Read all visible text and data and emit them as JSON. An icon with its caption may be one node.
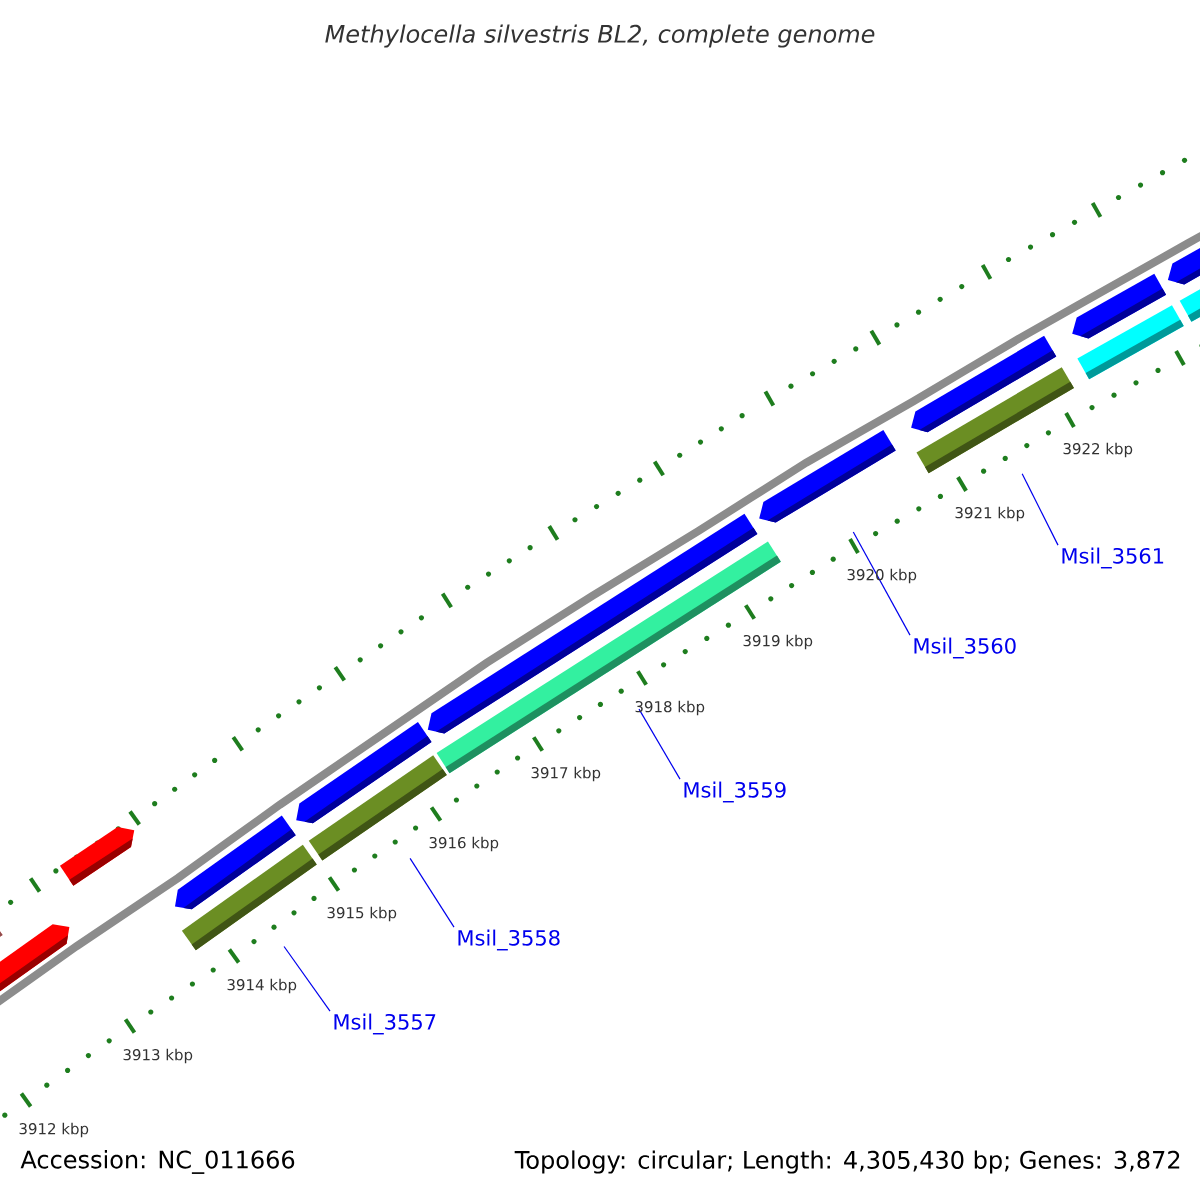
{
  "diagram": {
    "title": "Methylocella silvestris BL2, complete genome",
    "nodes": [
      {
        "text": [],
        "shape": "bar"
      },
      {
        "text": [],
        "shape": "bar"
      },
      {
        "text": [],
        "shape": "bar"
      },
      {
        "text": [],
        "shape": "bar"
      },
      {
        "text": [],
        "shape": "bar"
      },
      {
        "text": [],
        "shape": "bar"
      },
      {
        "text": [],
        "shape": "bar"
      },
      {
        "text": [],
        "shape": "bar"
      },
      {
        "text": [],
        "shape": "bar"
      },
      {
        "text": [],
        "shape": "bar"
      },
      {
        "text": [],
        "shape": "bar"
      },
      {
        "text": [],
        "shape": "bar"
      },
      {
        "text": [],
        "shape": "bar"
      },
      {
        "text": [],
        "shape": "bar"
      },
      {
        "text": [],
        "shape": "bar"
      },
      {
        "text": [],
        "shape": "bar"
      },
      {
        "text": [
          "Msil_3557"
        ]
      },
      {
        "text": [
          "Msil_3558"
        ]
      },
      {
        "text": [
          "Msil_3559"
        ]
      },
      {
        "text": [
          "Msil_3560"
        ]
      },
      {
        "text": [
          "Msil_3561"
        ]
      }
    ],
    "edges": [
      {
        "from": 16,
        "to": 4,
        "arrow": "none"
      },
      {
        "from": 17,
        "to": 6,
        "arrow": "none"
      },
      {
        "from": 18,
        "to": 8,
        "arrow": "none"
      },
      {
        "from": 19,
        "to": 9,
        "arrow": "none"
      },
      {
        "from": 20,
        "to": 10,
        "arrow": "none"
      }
    ],
    "labels": [
      "3912 kbp",
      "3913 kbp",
      "3914 kbp",
      "3915 kbp",
      "3916 kbp",
      "3917 kbp",
      "3918 kbp",
      "3919 kbp",
      "3920 kbp",
      "3921 kbp",
      "3922 kbp",
      "Accession: NC_011666",
      "Topology: circular; Length: 4,305,430 bp; Genes: 3,872"
    ]
  }
}
